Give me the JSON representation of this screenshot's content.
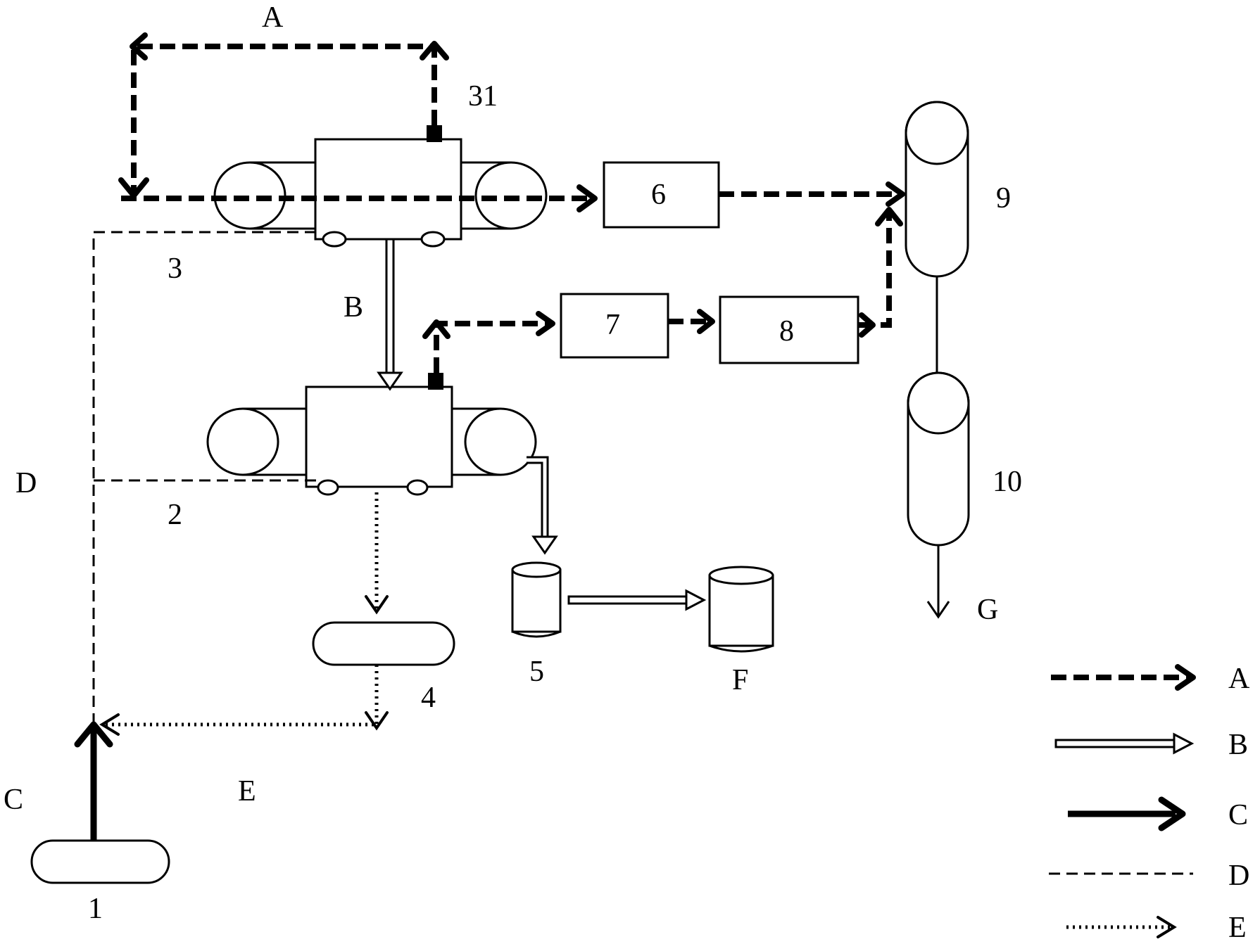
{
  "diagram": {
    "flow_labels": {
      "A_top": "A",
      "B_mid": "B",
      "C_left": "C",
      "D_left": "D",
      "E_bottom": "E",
      "F_product": "F",
      "G_output": "G"
    },
    "components": {
      "unit_1": "1",
      "unit_2": "2",
      "unit_3": "3",
      "unit_31": "31",
      "unit_4": "4",
      "unit_5": "5",
      "unit_6": "6",
      "unit_7": "7",
      "unit_8": "8",
      "unit_9": "9",
      "unit_10": "10"
    },
    "legend": [
      {
        "key": "A",
        "style": "thick-dashed-arrow"
      },
      {
        "key": "B",
        "style": "hollow-double-arrow"
      },
      {
        "key": "C",
        "style": "thick-solid-arrow"
      },
      {
        "key": "D",
        "style": "thin-dashed-line"
      },
      {
        "key": "E",
        "style": "dotted-arrow"
      }
    ]
  }
}
